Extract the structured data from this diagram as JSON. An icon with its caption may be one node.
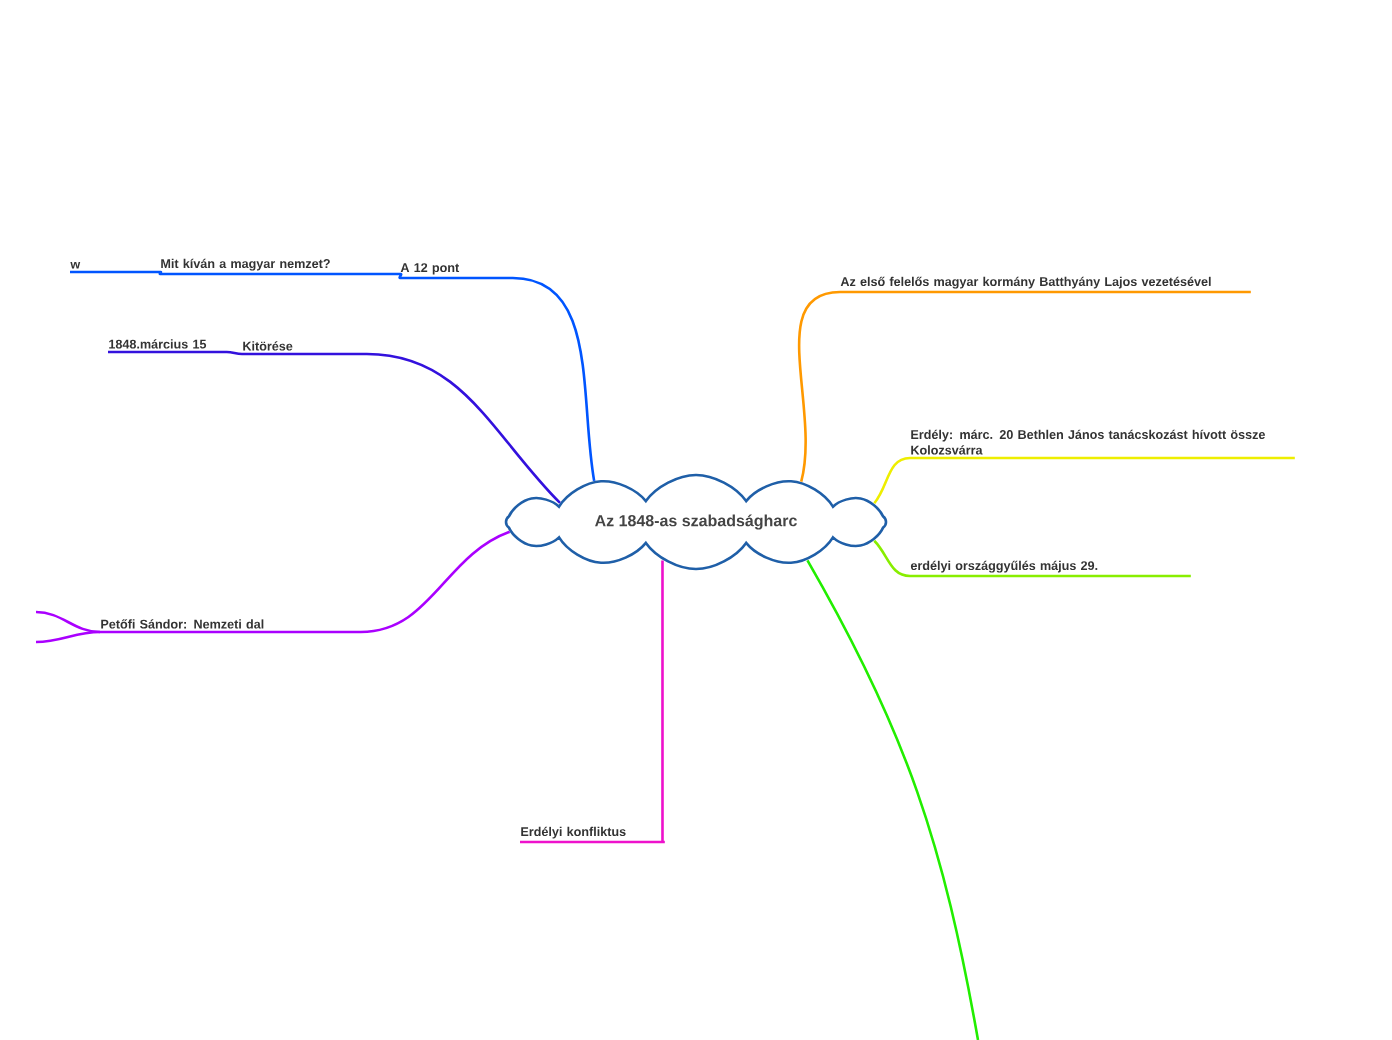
{
  "diagram": {
    "nodes": [
      {
        "text": [
          "Az 1848-as szabadságharc"
        ]
      },
      {
        "text": [
          "A 12 pont"
        ]
      },
      {
        "text": [
          "Mit kíván a magyar nemzet?"
        ]
      },
      {
        "text": [
          "w"
        ]
      },
      {
        "text": [
          "Kitörése"
        ]
      },
      {
        "text": [
          "1848.március 15"
        ]
      },
      {
        "text": [
          "Az első felelős magyar kormány Batthyány Lajos vezetésével"
        ]
      },
      {
        "text": [
          "Erdély: márc. 20 Bethlen János tanácskozást hívott össze Kolozsvárra"
        ]
      },
      {
        "text": [
          "erdélyi országgyűlés május 29."
        ]
      },
      {
        "text": [
          "Petőfi Sándor: Nemzeti dal"
        ]
      },
      {
        "text": [
          "Erdélyi konfliktus"
        ]
      }
    ],
    "edges": [
      {
        "from": 0,
        "to": 1,
        "arrow": "none",
        "color": "#0055ff"
      },
      {
        "from": 1,
        "to": 2,
        "arrow": "none",
        "color": "#0055ff"
      },
      {
        "from": 2,
        "to": 3,
        "arrow": "none",
        "color": "#0055ff"
      },
      {
        "from": 0,
        "to": 4,
        "arrow": "none",
        "color": "#3311dd"
      },
      {
        "from": 4,
        "to": 5,
        "arrow": "none",
        "color": "#3311dd"
      },
      {
        "from": 0,
        "to": 6,
        "arrow": "none",
        "color": "#ff9900"
      },
      {
        "from": 0,
        "to": 7,
        "arrow": "none",
        "color": "#eeee00"
      },
      {
        "from": 0,
        "to": 8,
        "arrow": "none",
        "color": "#88ee00"
      },
      {
        "from": 0,
        "to": 9,
        "arrow": "none",
        "color": "#aa00ff"
      },
      {
        "from": 9,
        "to": null,
        "arrow": "none",
        "color": "#aa00ff"
      },
      {
        "from": 9,
        "to": null,
        "arrow": "none",
        "color": "#aa00ff"
      },
      {
        "from": 0,
        "to": 10,
        "arrow": "none",
        "color": "#ee11cc"
      },
      {
        "from": 0,
        "to": null,
        "arrow": "none",
        "color": "#22ee00"
      }
    ]
  }
}
